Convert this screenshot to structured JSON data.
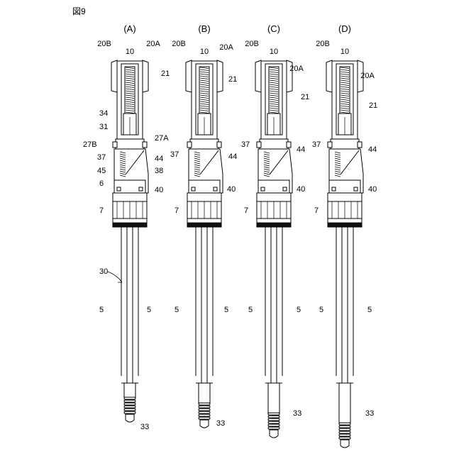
{
  "figure": {
    "title": "図9"
  },
  "panels": [
    {
      "label": "(A)",
      "labels": [
        "20B",
        "10",
        "20A",
        "21",
        "34",
        "31",
        "27B",
        "27A",
        "44",
        "37",
        "38",
        "45",
        "6",
        "40",
        "7",
        "30",
        "5",
        "5",
        "33"
      ]
    },
    {
      "label": "(B)",
      "labels": [
        "20B",
        "10",
        "20A",
        "21",
        "37",
        "44",
        "40",
        "7",
        "5",
        "5",
        "33"
      ]
    },
    {
      "label": "(C)",
      "labels": [
        "20B",
        "10",
        "20A",
        "21",
        "37",
        "44",
        "40",
        "7",
        "5",
        "5",
        "33"
      ]
    },
    {
      "label": "(D)",
      "labels": [
        "20B",
        "10",
        "20A",
        "21",
        "37",
        "44",
        "40",
        "7",
        "5",
        "5",
        "33"
      ]
    }
  ]
}
